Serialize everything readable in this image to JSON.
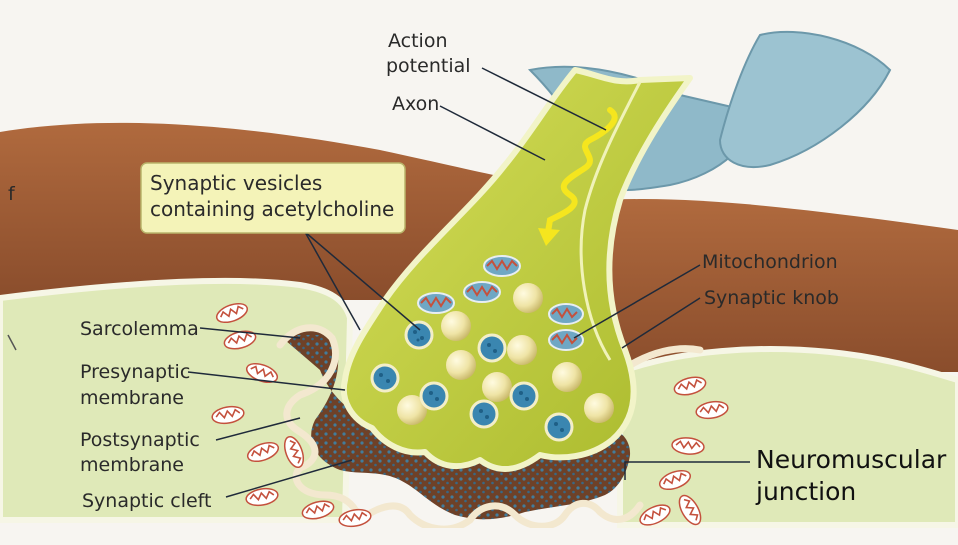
{
  "labels": {
    "action_potential_1": "Action",
    "action_potential_2": "potential",
    "axon": "Axon",
    "vesicles_1": "Synaptic vesicles",
    "vesicles_2": "containing acetylcholine",
    "mitochondrion": "Mitochondrion",
    "synaptic_knob": "Synaptic knob",
    "sarcolemma": "Sarcolemma",
    "presynaptic_1": "Presynaptic",
    "presynaptic_2": "membrane",
    "postsynaptic_1": "Postsynaptic",
    "postsynaptic_2": "membrane",
    "synaptic_cleft": "Synaptic cleft",
    "nmj_1": "Neuromuscular",
    "nmj_2": "junction",
    "edge_fragment": "f"
  },
  "colors": {
    "muscle_brown": "#9c5a34",
    "muscle_fiber_green": "#dfe9b8",
    "axon_green": "#c2cf3e",
    "axon_outline": "#f2f4c8",
    "schwann_blue": "#8fb9c9",
    "cleft_brown": "#6e4128",
    "vesicle_fill": "#f1e9b7",
    "acetylcholine_blue": "#3a86b0",
    "signal_yellow": "#f5e61e",
    "callout_fill": "#f4f3b8",
    "leader_line": "#1f2a3a"
  }
}
